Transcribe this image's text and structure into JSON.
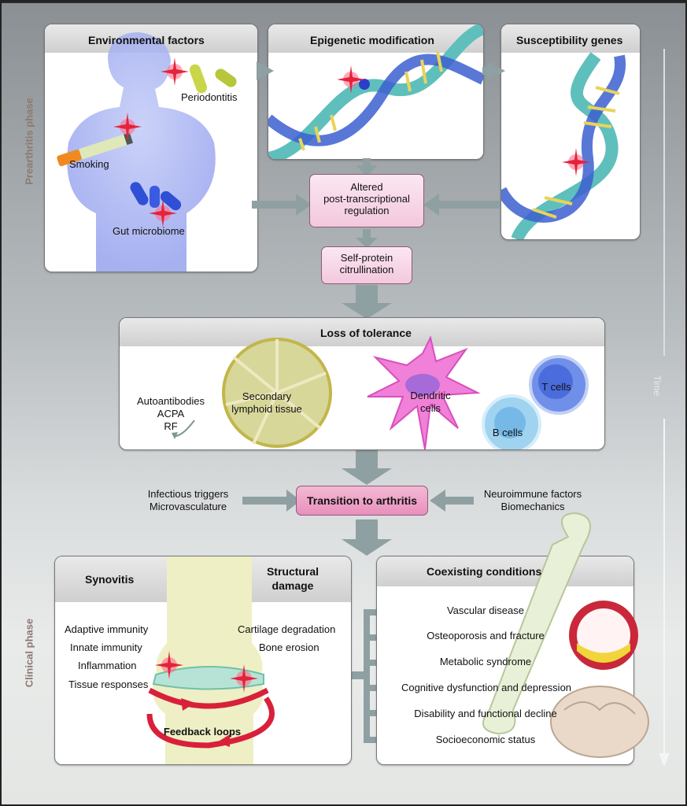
{
  "phases": {
    "preclinical": "Prearthritis phase",
    "clinical": "Clinical phase",
    "time": "Time"
  },
  "environmental": {
    "title": "Environmental factors",
    "periodontitis": "Periodontitis",
    "smoking": "Smoking",
    "gut": "Gut microbiome"
  },
  "epigenetic": {
    "title": "Epigenetic modification"
  },
  "susceptibility": {
    "title": "Susceptibility genes"
  },
  "regulation": {
    "line1": "Altered",
    "line2": "post-transcriptional",
    "line3": "regulation"
  },
  "citrullination": {
    "line1": "Self-protein",
    "line2": "citrullination"
  },
  "tolerance": {
    "title": "Loss of tolerance",
    "autoantibodies": "Autoantibodies",
    "acpa": "ACPA",
    "rf": "RF",
    "lymphoid1": "Secondary",
    "lymphoid2": "lymphoid tissue",
    "dendritic1": "Dendritic",
    "dendritic2": "cells",
    "tcells": "T cells",
    "bcells": "B cells"
  },
  "transition": {
    "label": "Transition to arthritis",
    "left1": "Infectious triggers",
    "left2": "Microvasculature",
    "right1": "Neuroimmune factors",
    "right2": "Biomechanics"
  },
  "synovitis": {
    "title": "Synovitis",
    "items": [
      "Adaptive immunity",
      "Innate immunity",
      "Inflammation",
      "Tissue responses"
    ],
    "structural1": "Structural",
    "structural2": "damage",
    "damage": [
      "Cartilage degradation",
      "Bone erosion"
    ],
    "feedback": "Feedback loops"
  },
  "coexisting": {
    "title": "Coexisting conditions",
    "items": [
      "Vascular disease",
      "Osteoporosis and fracture",
      "Metabolic syndrome",
      "Cognitive dysfunction and depression",
      "Disability and functional decline",
      "Socioeconomic status"
    ]
  },
  "colors": {
    "arrow": "#8fa0a2",
    "pink": "#f3c8de",
    "body": "#a9b4f2",
    "helix": "#66c2c0",
    "spark": "#e3233b"
  }
}
